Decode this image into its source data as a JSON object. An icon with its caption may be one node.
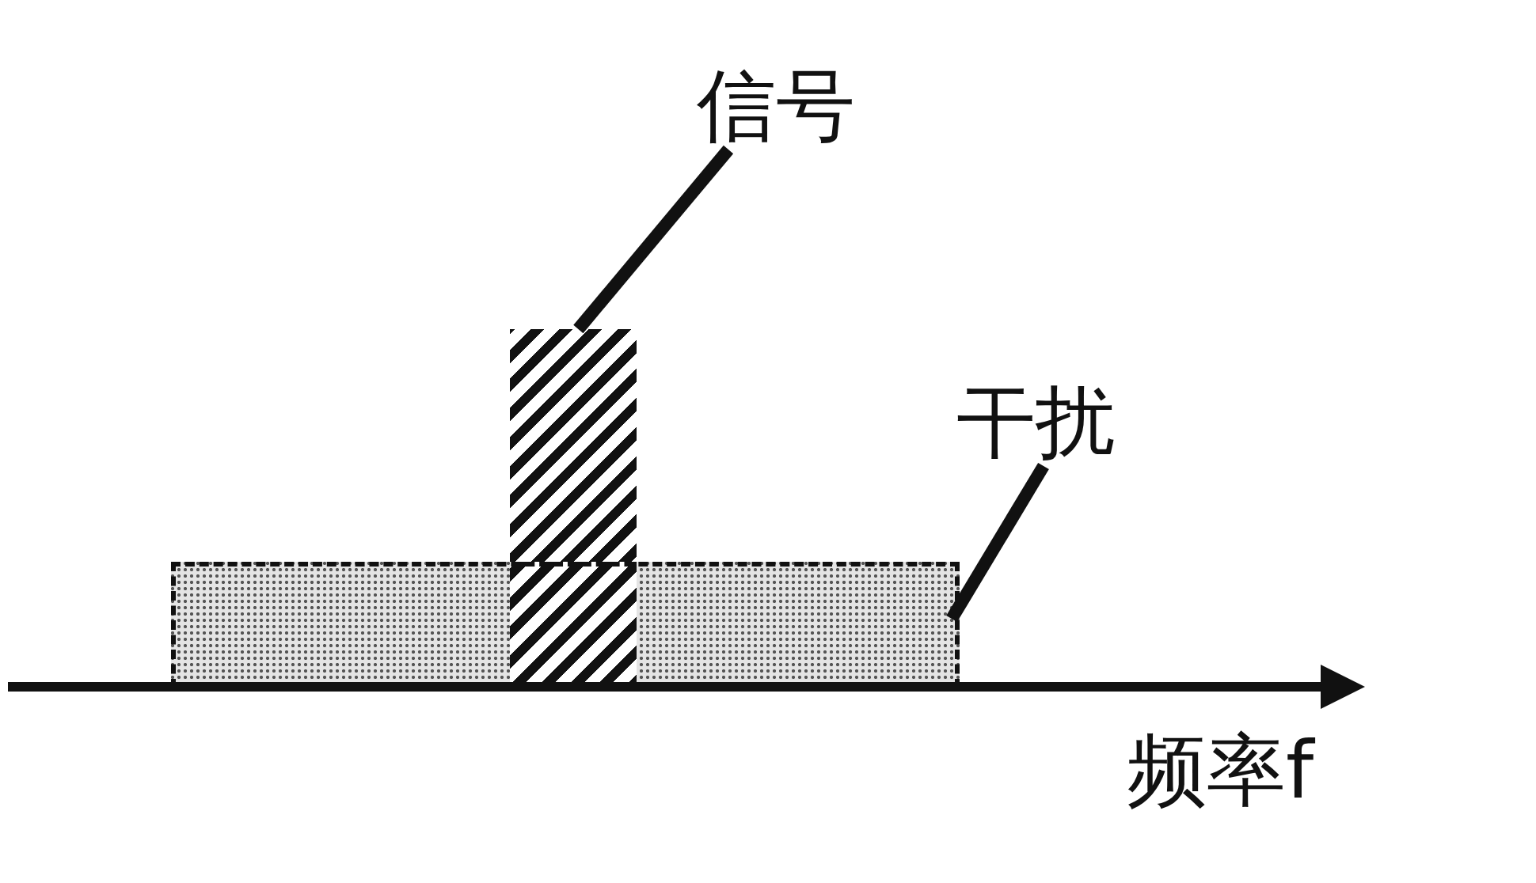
{
  "diagram": {
    "nodes": [
      {
        "text": [
          "信号"
        ]
      },
      {
        "text": [],
        "shape": "bar"
      },
      {
        "text": [
          "干扰"
        ]
      },
      {
        "text": [],
        "shape": "box"
      }
    ],
    "edges": [
      {
        "from": 0,
        "to": 1,
        "arrow": "none"
      },
      {
        "from": 2,
        "to": 3,
        "arrow": "none"
      }
    ],
    "labels": [
      "频率f"
    ]
  }
}
